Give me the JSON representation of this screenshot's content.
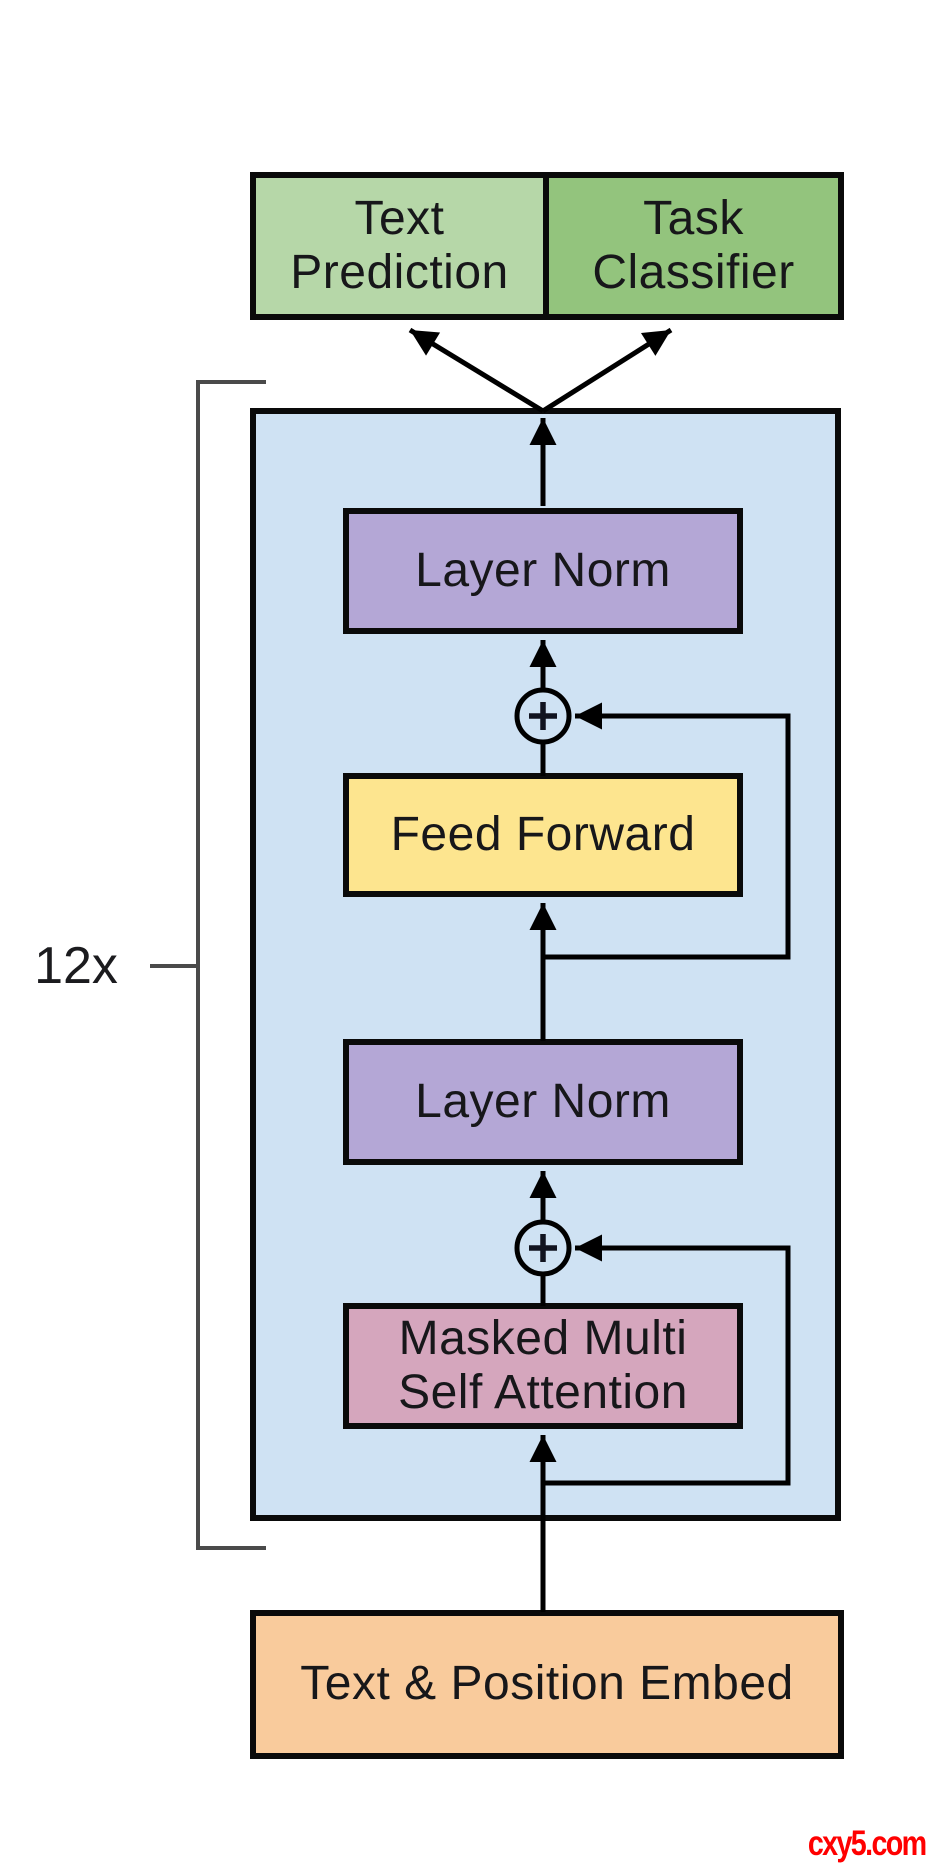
{
  "diagram": {
    "repeat_label": "12x",
    "watermark": "cxy5.com",
    "nodes": {
      "text_prediction": {
        "label": "Text\nPrediction",
        "fill": "#b6d7a8"
      },
      "task_classifier": {
        "label": "Task\nClassifier",
        "fill": "#93c47d"
      },
      "layer_norm_top": {
        "label": "Layer Norm",
        "fill": "#b4a7d6"
      },
      "feed_forward": {
        "label": "Feed Forward",
        "fill": "#fde58f"
      },
      "layer_norm_bottom": {
        "label": "Layer Norm",
        "fill": "#b4a7d6"
      },
      "masked_multi_self_attention": {
        "label": "Masked Multi\nSelf Attention",
        "fill": "#d5a6bd"
      },
      "text_position_embed": {
        "label": "Text & Position Embed",
        "fill": "#f9cb9c"
      }
    },
    "container": {
      "fill": "#cfe2f3",
      "border": "#0a0a0a"
    },
    "icons": {
      "residual_add_top": "plus-circle",
      "residual_add_bottom": "plus-circle"
    },
    "colors": {
      "line": "#000000",
      "bracket": "#4a4a4a",
      "text": "#17171a",
      "watermark": "#ff0000"
    }
  }
}
